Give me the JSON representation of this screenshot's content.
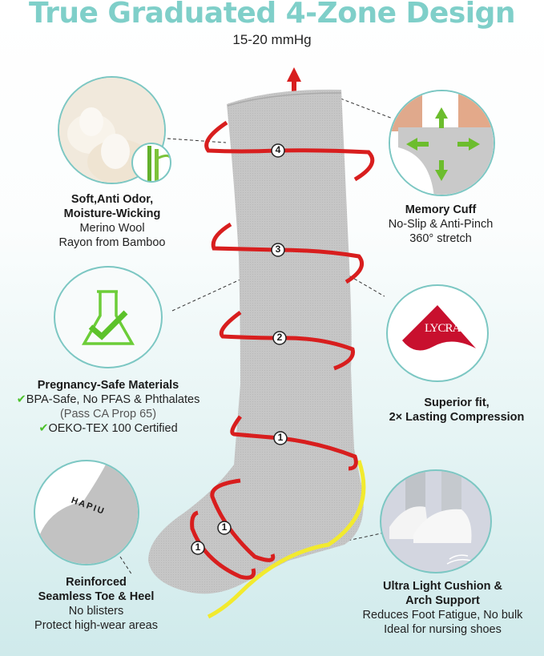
{
  "header": {
    "title": "True Graduated 4-Zone Design",
    "subtitle": "15-20 mmHg"
  },
  "zones": {
    "zone4": "4",
    "zone3": "3",
    "zone2": "2",
    "zone1_ankle": "1",
    "zone1_foot_a": "1",
    "zone1_foot_b": "1"
  },
  "features": {
    "materials": {
      "heading_line1": "Soft,Anti Odor,",
      "heading_line2": "Moisture-Wicking",
      "desc_line1": "Merino Wool",
      "desc_line2": "Rayon from Bamboo",
      "icon": "sheep-bamboo-photo"
    },
    "cuff": {
      "heading": "Memory Cuff",
      "desc_line1": "No-Slip & Anti-Pinch",
      "desc_line2": "360° stretch",
      "icon": "stretch-arrows-photo"
    },
    "safety": {
      "heading": "Pregnancy-Safe Materials",
      "item1": "BPA-Safe, No PFAS & Phthalates",
      "item1_note": "(Pass CA Prop 65)",
      "item2": "OEKO-TEX 100 Certified",
      "check_glyph": "✔",
      "icon": "flask-check-icon"
    },
    "lycra": {
      "logo_text": "LYCRA",
      "heading_line1": "Superior fit,",
      "heading_line2": "2× Lasting Compression"
    },
    "toe_heel": {
      "heading_line1": "Reinforced",
      "heading_line2": "Seamless Toe & Heel",
      "desc_line1": "No blisters",
      "desc_line2": "Protect high-wear areas",
      "brand_text": "HAPIU"
    },
    "cushion": {
      "heading_line1": "Ultra Light Cushion &",
      "heading_line2": "Arch Support",
      "desc_line1": "Reduces Foot Fatigue, No bulk",
      "desc_line2": "Ideal for nursing shoes"
    }
  },
  "colors": {
    "title": "#7fcfc9",
    "ring": "#d81e1e",
    "circle_border": "#7cc7c3",
    "check": "#4cc12b",
    "arch": "#f2ea2e",
    "sock": "#c4c4c4"
  }
}
